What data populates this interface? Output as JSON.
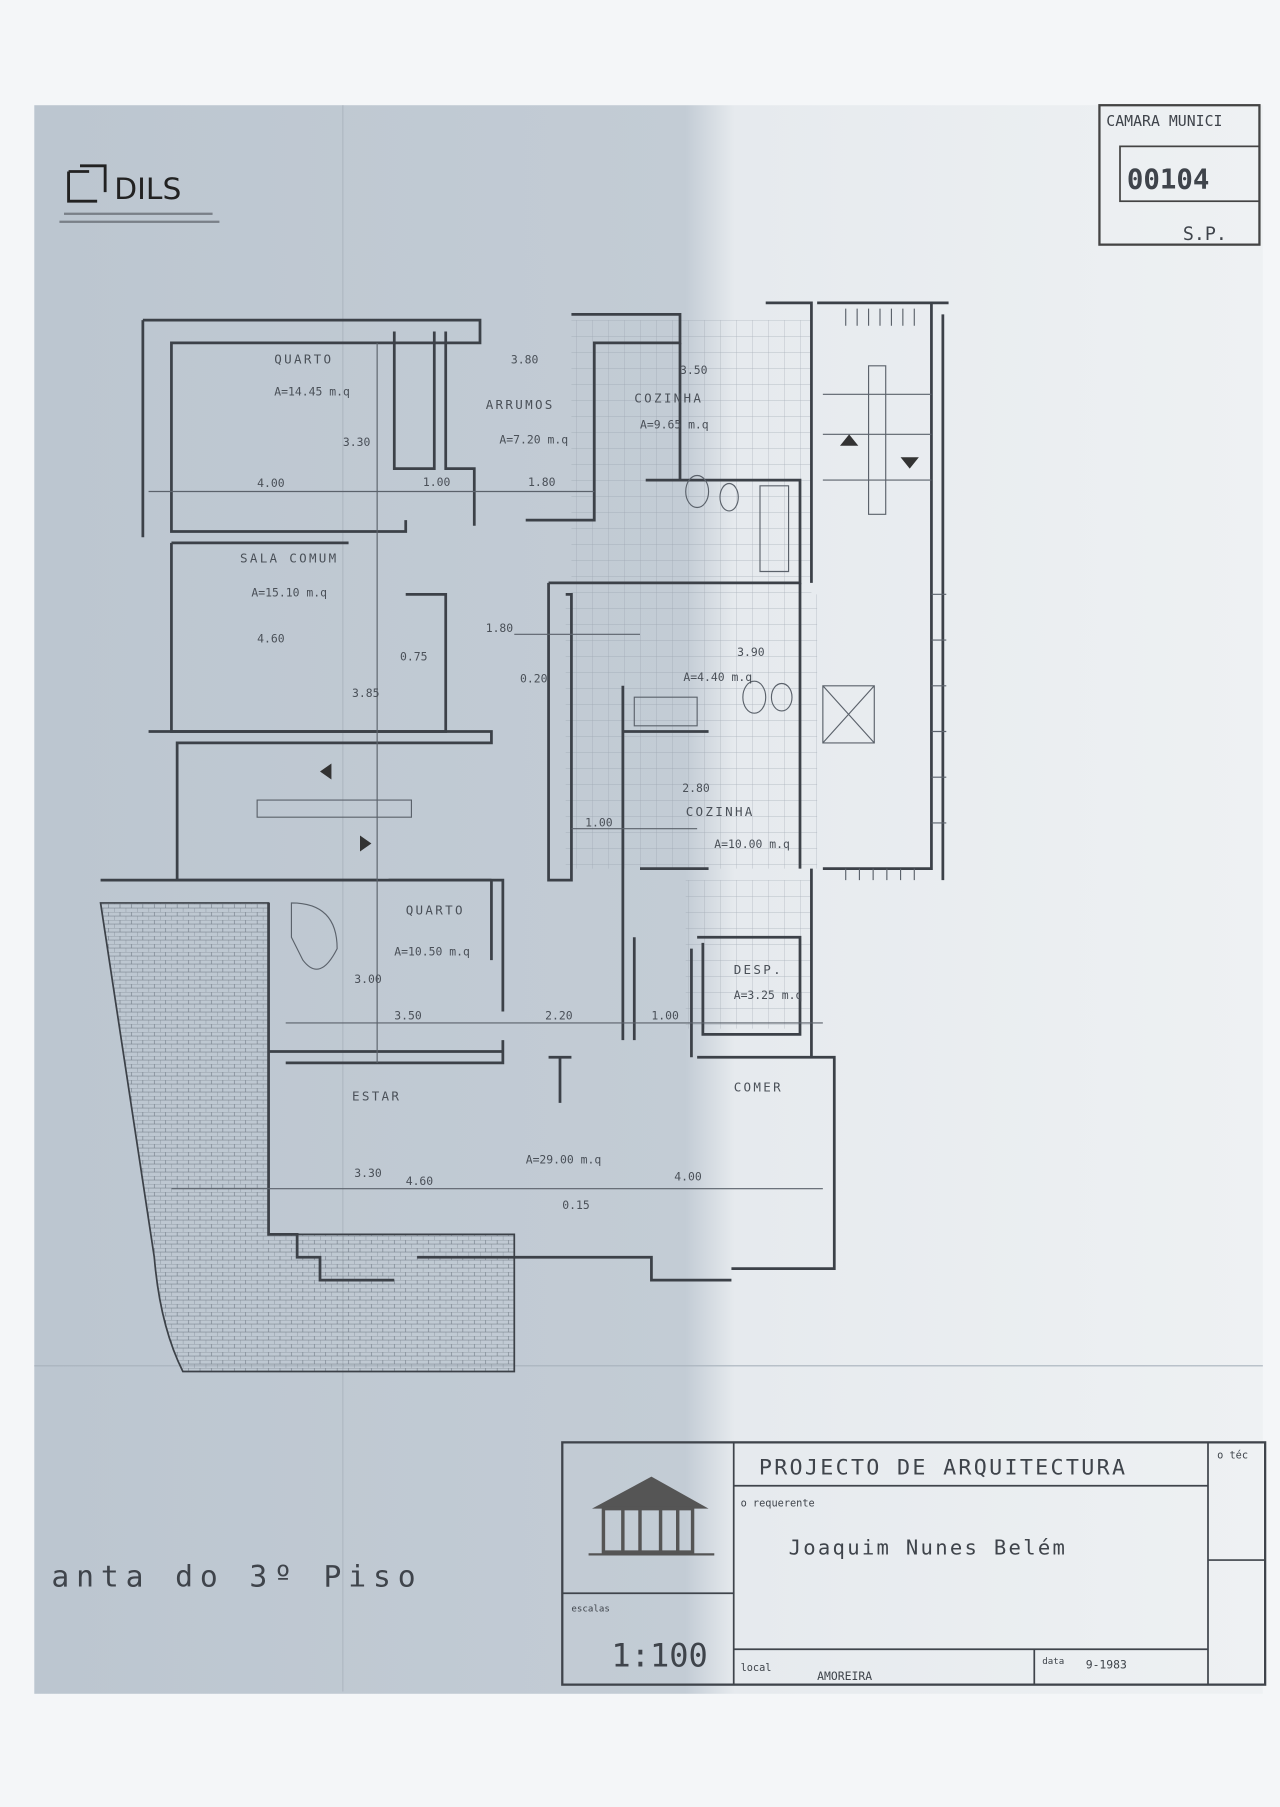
{
  "logo": {
    "text": "DILS"
  },
  "stamp": {
    "line1": "CAMARA MUNICI",
    "number": "00104",
    "line3": "S.P."
  },
  "plan_title": "anta do 3º Piso",
  "rooms": [
    {
      "name": "QUARTO",
      "area": "A=14.45 m.q"
    },
    {
      "name": "ARRUMOS",
      "area": "A=7.20 m.q"
    },
    {
      "name": "COZINHA",
      "area": "A=9.65 m.q"
    },
    {
      "name": "SALA COMUM",
      "area": "A=15.10 m.q"
    },
    {
      "name": "",
      "area": "A=4.40 m.q"
    },
    {
      "name": "COZINHA",
      "area": "A=10.00 m.q"
    },
    {
      "name": "QUARTO",
      "area": "A=10.50 m.q"
    },
    {
      "name": "DESP.",
      "area": "A=3.25 m.q"
    },
    {
      "name": "ESTAR",
      "area": "A=29.00 m.q"
    },
    {
      "name": "COMER",
      "area": ""
    }
  ],
  "dimensions": [
    "4.00",
    "1.00",
    "1.80",
    "3.80",
    "3.30",
    "3.50",
    "4.60",
    "1.80",
    "3.85",
    "0.75",
    "0.20",
    "1.00",
    "2.80",
    "3.90",
    "3.00",
    "3.50",
    "2.20",
    "1.00",
    "3.30",
    "4.60",
    "4.00",
    "0.15"
  ],
  "title_block": {
    "project": "PROJECTO DE ARQUITECTURA",
    "applicant_label": "o requerente",
    "applicant": "Joaquim Nunes Belém",
    "scale_label": "escalas",
    "scale": "1:100",
    "location_label": "local",
    "location": "AMOREIRA",
    "date_label": "data",
    "date": "9-1983",
    "tech_label": "o téc"
  },
  "colors": {
    "paper": "#bfc9d3",
    "paper_light": "#e9edf0",
    "ink": "#3c4148"
  }
}
